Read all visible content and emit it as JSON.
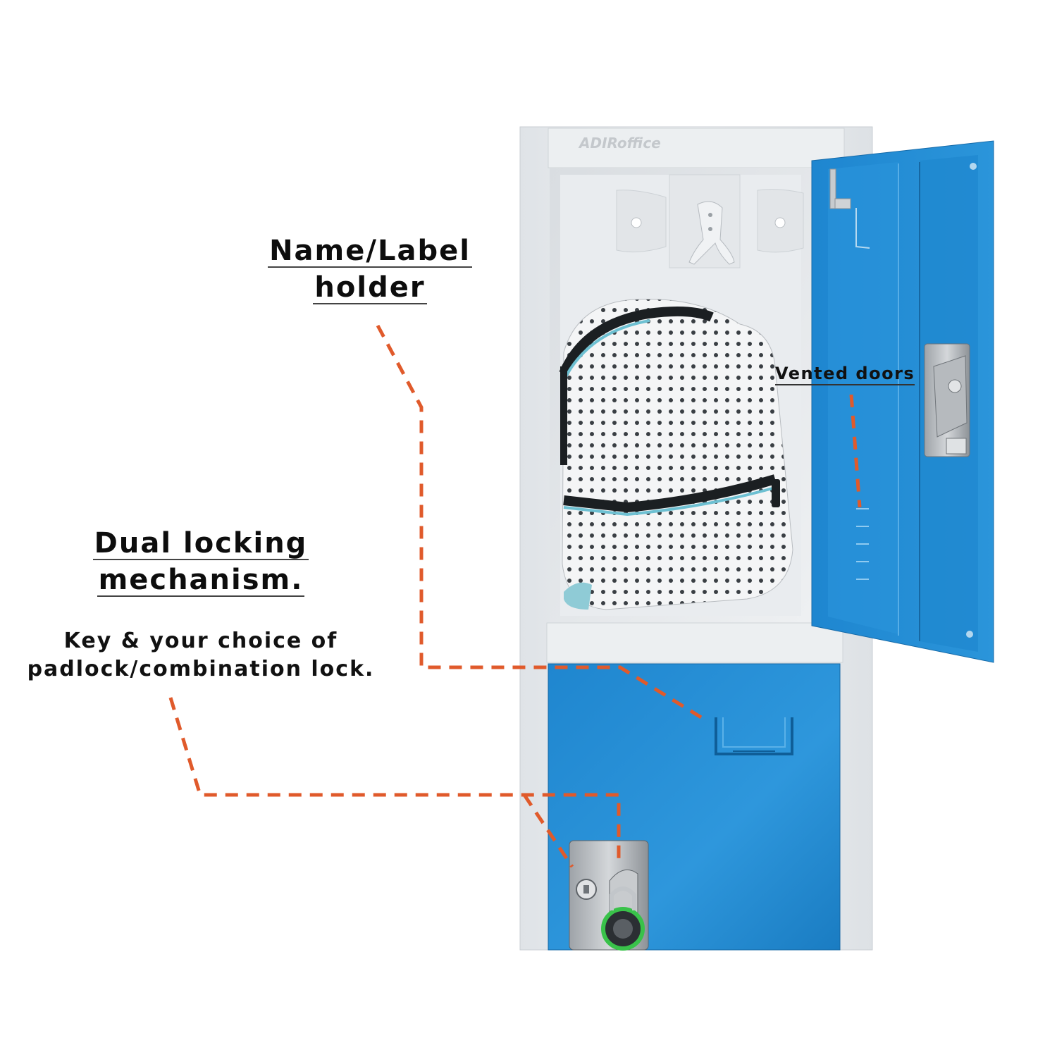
{
  "brand": {
    "logo_text": "ADIRoffice"
  },
  "callouts": {
    "label_holder": {
      "title_line1": "Name/Label",
      "title_line2": "holder"
    },
    "locking": {
      "title_line1": "Dual locking",
      "title_line2": "mechanism.",
      "subtitle_line1": "Key & your choice of",
      "subtitle_line2": "padlock/combination lock."
    },
    "vents": {
      "label": "Vented doors"
    }
  },
  "colors": {
    "locker_body": "#e8ebee",
    "locker_door_blue": "#2a8fd4",
    "leader_line": "#e05a2b"
  }
}
